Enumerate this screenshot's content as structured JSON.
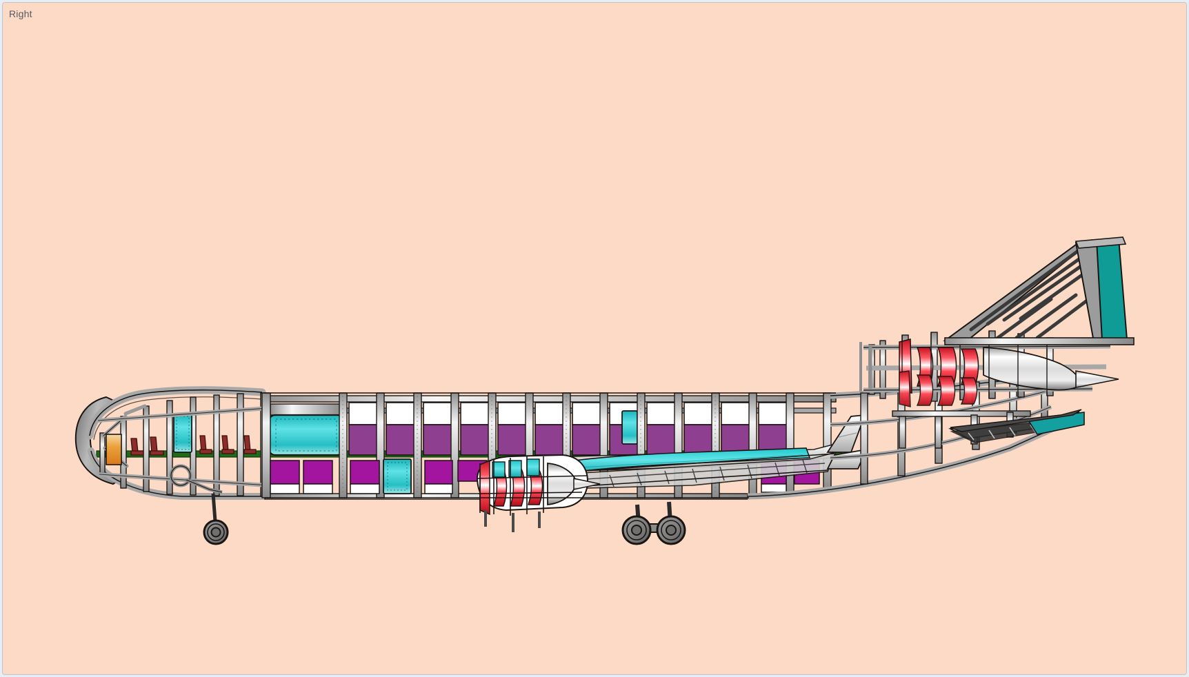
{
  "window": {
    "background_color": "#e9eef2",
    "frame_border_color": "#b9c6d2"
  },
  "viewport": {
    "label": "Right",
    "label_color": "#555b60",
    "background_color": "#fcdac5",
    "projection": "Right side orthographic view"
  },
  "model": {
    "subject": "Wide-body trijet airliner structural cutaway",
    "view_direction": "right side elevation",
    "components": [
      {
        "name": "nose-radome",
        "label": "Nose radome"
      },
      {
        "name": "cockpit",
        "label": "Flight deck"
      },
      {
        "name": "cockpit-instrument-panel",
        "label": "Instrument panel"
      },
      {
        "name": "cockpit-seats",
        "label": "Pilot seats"
      },
      {
        "name": "cockpit-door",
        "label": "Cockpit door"
      },
      {
        "name": "forward-cabin",
        "label": "Forward cabin"
      },
      {
        "name": "cabin-floor",
        "label": "Cabin floor beam"
      },
      {
        "name": "passenger-door-forward",
        "label": "Forward passenger door"
      },
      {
        "name": "passenger-door-aft",
        "label": "Aft passenger door"
      },
      {
        "name": "cargo-hold",
        "label": "Lower deck cargo hold"
      },
      {
        "name": "fuselage-frames",
        "label": "Fuselage frames and stringers"
      },
      {
        "name": "wing-box",
        "label": "Wing box"
      },
      {
        "name": "wing-fuel-tank",
        "label": "Wing integral fuel tank"
      },
      {
        "name": "winglet",
        "label": "Winglet"
      },
      {
        "name": "engine-wing",
        "label": "Wing-mounted turbofan"
      },
      {
        "name": "engine-tail",
        "label": "Tail-mounted turbofan"
      },
      {
        "name": "nose-landing-gear",
        "label": "Nose landing gear"
      },
      {
        "name": "main-landing-gear",
        "label": "Main landing gear"
      },
      {
        "name": "vertical-stabilizer",
        "label": "Vertical stabilizer"
      },
      {
        "name": "rudder",
        "label": "Rudder"
      },
      {
        "name": "horizontal-stabilizer",
        "label": "Horizontal stabilizer"
      },
      {
        "name": "elevator",
        "label": "Elevator"
      }
    ]
  },
  "palette": {
    "background": "#fcdac5",
    "structure_gray": "#a8a8a8",
    "structure_gray_dark": "#8e8e8e",
    "structure_outline": "#1a1512",
    "skin_silver_light": "#f2f2f2",
    "skin_silver_mid": "#c9c9c9",
    "cabin_purple": "#8e3f8f",
    "cargo_purple": "#a3159f",
    "cabin_white": "#ffffff",
    "floor_green": "#1f6b16",
    "accent_teal": "#14a0a0",
    "accent_teal_light": "#3fd4da",
    "tail_teal": "#0f9c96",
    "engine_red": "#ef1c2a",
    "engine_red_dark": "#b3101c",
    "seat_red": "#8e2b2b",
    "panel_orange": "#e08a2a",
    "tire_gray": "#8a8a8a",
    "tire_outline": "#1a1512"
  }
}
